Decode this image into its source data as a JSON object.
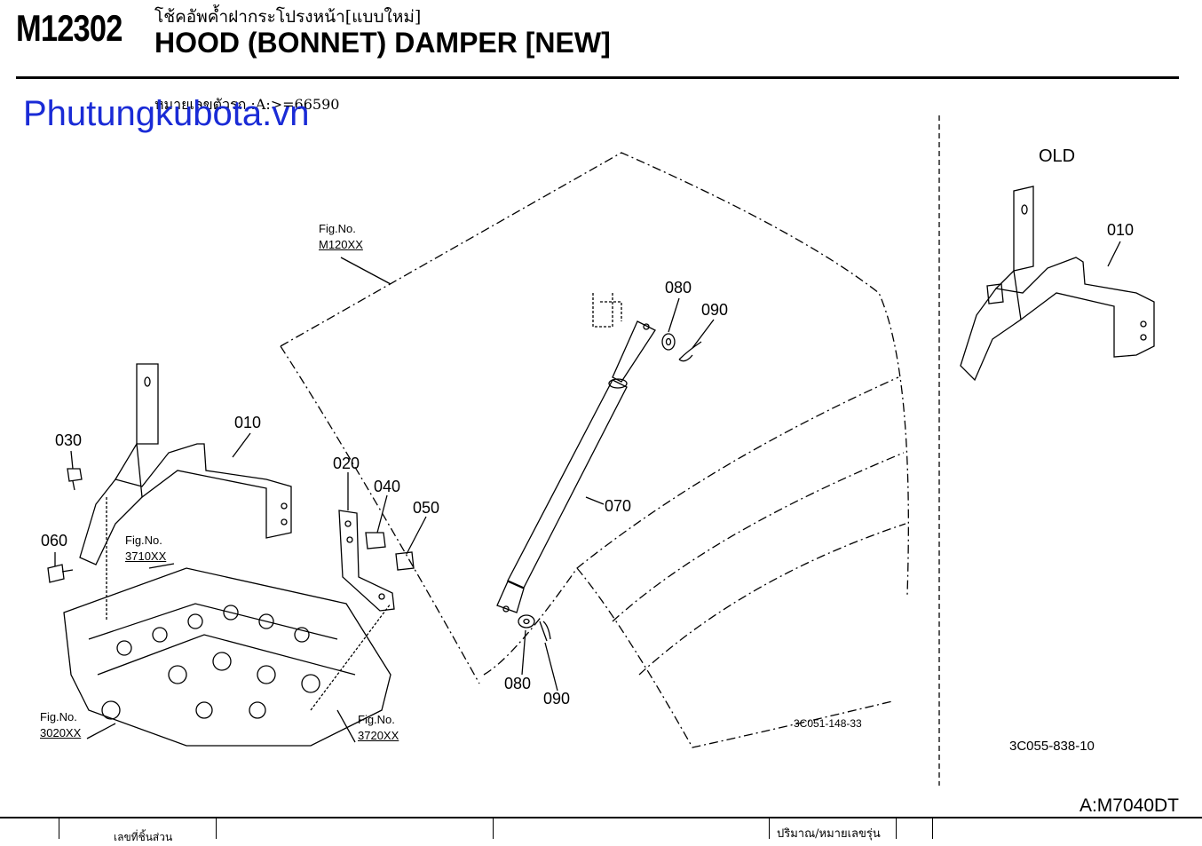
{
  "header": {
    "code": "M12302",
    "thai_title": "โช้คอัพค้ำฝากระโปรงหน้า[แบบใหม่]",
    "title": "HOOD (BONNET) DAMPER [NEW]",
    "serial_note": "หมายเลขตัวรถ :A:>=66590"
  },
  "watermark": "Phutungkubota.vn",
  "diagram": {
    "old_label": "OLD",
    "callouts": {
      "p010": "010",
      "p020": "020",
      "p030": "030",
      "p040": "040",
      "p050": "050",
      "p060": "060",
      "p070": "070",
      "p080_top": "080",
      "p090_top": "090",
      "p080_bottom": "080",
      "p090_bottom": "090",
      "p010_old": "010"
    },
    "fig_refs": {
      "m120": {
        "label": "Fig.No.",
        "number": "M120XX"
      },
      "r3710": {
        "label": "Fig.No.",
        "number": "3710XX"
      },
      "r3020": {
        "label": "Fig.No.",
        "number": "3020XX"
      },
      "r3720": {
        "label": "Fig.No.",
        "number": "3720XX"
      }
    },
    "drawing_codes": {
      "main": "3C051-148-33",
      "old": "3C055-838-10"
    }
  },
  "footer": {
    "model": "A:M7040DT",
    "qty_label": "ปริมาณ/หมายเลขรุ่น",
    "col2_label": "เลขที่ชิ้นส่วน"
  }
}
